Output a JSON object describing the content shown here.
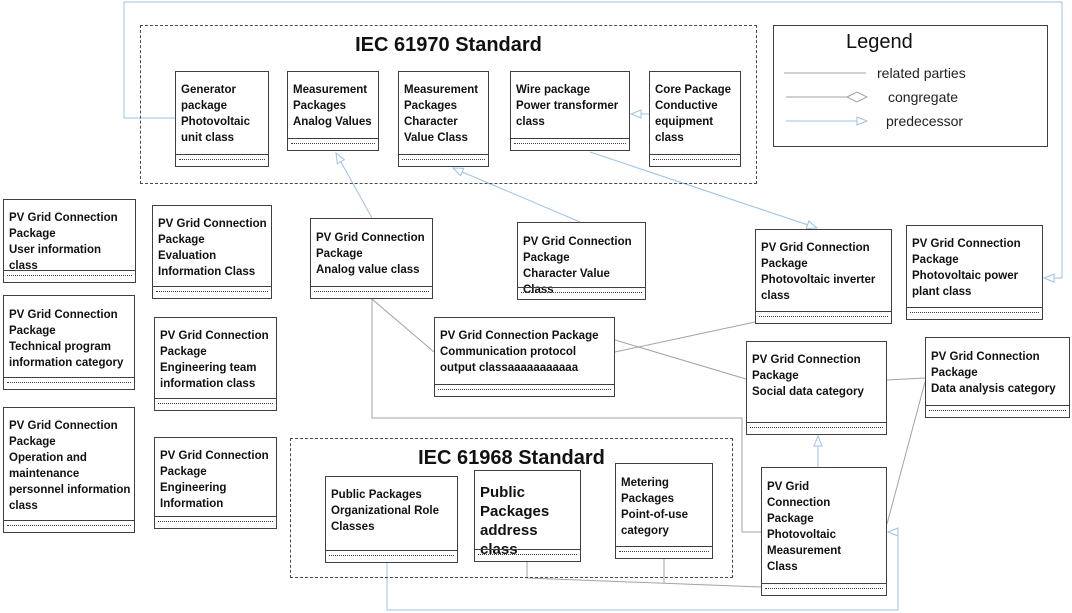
{
  "iec61970": {
    "title": "IEC 61970 Standard",
    "classes": [
      {
        "name": "Generator\npackage\nPhotovoltaic\nunit class"
      },
      {
        "name": "Measurement\nPackages\nAnalog Values"
      },
      {
        "name": "Measurement\nPackages\nCharacter\nValue Class"
      },
      {
        "name": "Wire package\nPower transformer\nclass"
      },
      {
        "name": "Core Package\nConductive\nequipment\nclass"
      }
    ]
  },
  "legend": {
    "title": "Legend",
    "items": [
      {
        "label": "related parties",
        "symbol": "plain-line-icon"
      },
      {
        "label": "congregate",
        "symbol": "hollow-diamond-line-icon"
      },
      {
        "label": "predecessor",
        "symbol": "hollow-arrow-line-icon"
      }
    ]
  },
  "pv_grid_classes": [
    {
      "name": "PV Grid Connection\nPackage\nUser information class"
    },
    {
      "name": "PV Grid Connection\nPackage\nTechnical program\ninformation category"
    },
    {
      "name": "PV Grid Connection\nPackage\nOperation and\nmaintenance\npersonnel information\nclass"
    },
    {
      "name": "PV Grid Connection\nPackage\nEvaluation\nInformation Class"
    },
    {
      "name": "PV Grid Connection\nPackage\nEngineering team\ninformation class"
    },
    {
      "name": "PV Grid Connection\nPackage\nEngineering\nInformation"
    },
    {
      "name": "PV Grid Connection\nPackage\nAnalog value class"
    },
    {
      "name": "PV Grid Connection\nPackage\nCharacter Value Class"
    },
    {
      "name": "PV Grid Connection Package\nCommunication protocol\noutput classaaaaaaaaaaa"
    },
    {
      "name": "PV Grid Connection\nPackage\nPhotovoltaic inverter\nclass"
    },
    {
      "name": "PV Grid Connection\nPackage\nPhotovoltaic power\nplant class"
    },
    {
      "name": "PV Grid Connection\nPackage\nSocial data category"
    },
    {
      "name": "PV Grid Connection\nPackage\nData analysis category"
    },
    {
      "name": "PV Grid\nConnection\nPackage\nPhotovoltaic\nMeasurement\nClass"
    }
  ],
  "iec61968": {
    "title": "IEC 61968 Standard",
    "classes": [
      {
        "name": "Public Packages\nOrganizational Role\nClasses"
      },
      {
        "name": "Public\nPackages\naddress class"
      },
      {
        "name": "Metering\nPackages\nPoint-of-use\ncategory"
      }
    ]
  },
  "colors": {
    "related_parties": "#a3a3a3",
    "predecessor": "#9cc2e5",
    "box_border": "#3f3f3f",
    "text": "#111111"
  }
}
